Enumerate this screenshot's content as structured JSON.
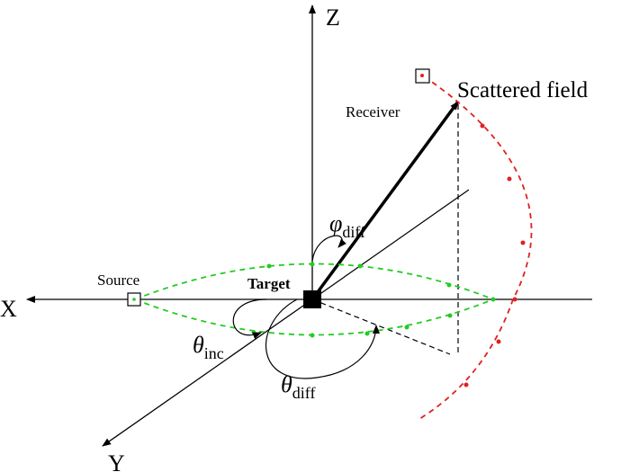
{
  "axes": {
    "x": "X",
    "y": "Y",
    "z": "Z"
  },
  "labels": {
    "scattered_field": "Scattered field",
    "receiver": "Receiver",
    "source": "Source",
    "target": "Target"
  },
  "angles": {
    "phi_diff": {
      "symbol": "φ",
      "sub": "diff"
    },
    "theta_inc": {
      "symbol": "θ",
      "sub": "inc"
    },
    "theta_diff": {
      "symbol": "θ",
      "sub": "diff"
    }
  },
  "colors": {
    "line": "#000000",
    "incident_ring": "#22cc22",
    "scatter_arc": "#e02020"
  }
}
